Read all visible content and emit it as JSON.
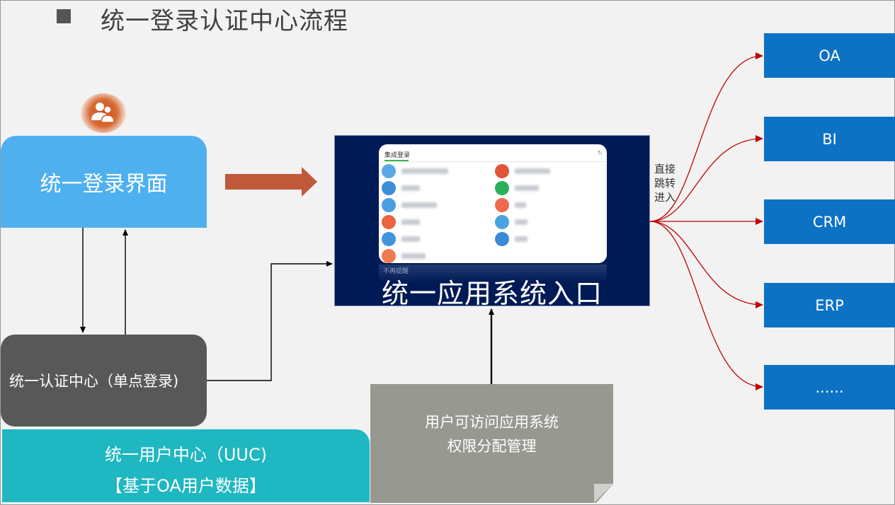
{
  "title": "统一登录认证中心流程",
  "login_box": {
    "label": "统一登录界面"
  },
  "auth_box": {
    "label": "统一认证中心（单点登录)"
  },
  "uuc_box": {
    "line1": "统一用户中心（UUC)",
    "line2": "【基于OA用户数据】"
  },
  "portal": {
    "label": "统一应用系统入口",
    "card_title": "集成登录",
    "reflect_text": "不再提醒"
  },
  "perm_box": {
    "line1": "用户可访问应用系统",
    "line2": "权限分配管理"
  },
  "jump_label": [
    "直接",
    "跳转",
    "进入"
  ],
  "systems": [
    {
      "label": "OA"
    },
    {
      "label": "BI"
    },
    {
      "label": "CRM"
    },
    {
      "label": "ERP"
    },
    {
      "label": "......"
    }
  ],
  "colors": {
    "login_blue": "#4fb0f0",
    "auth_gray": "#585858",
    "uuc_teal": "#1fb7c1",
    "portal_navy": "#001a55",
    "perm_gray": "#979890",
    "system_blue": "#0d72c4",
    "big_arrow": "#c0593a",
    "fan_arrow": "#c00000"
  },
  "icons": {
    "user": "users-icon",
    "refresh": "refresh-icon"
  }
}
